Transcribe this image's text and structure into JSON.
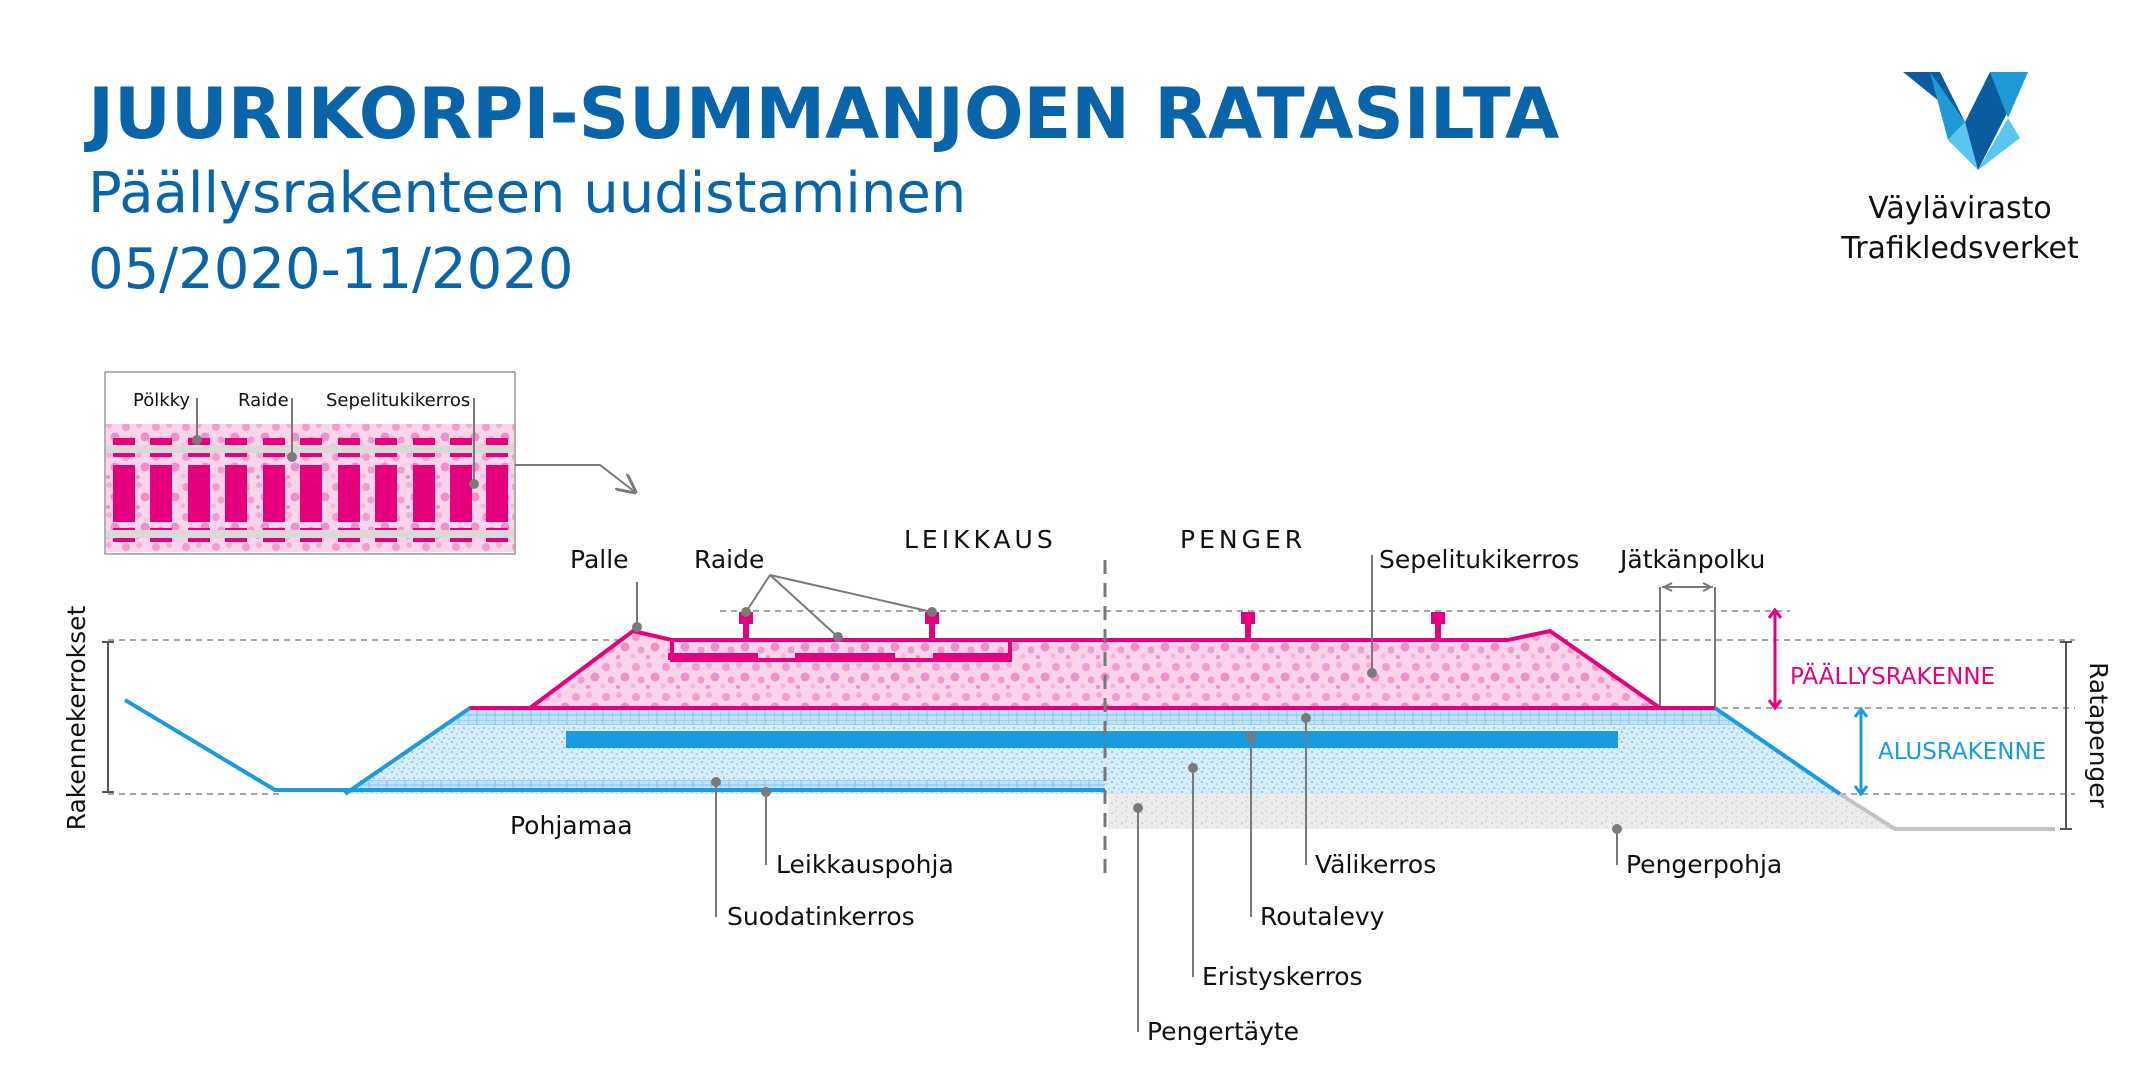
{
  "header": {
    "title": "JUURIKORPI-SUMMANJOEN RATASILTA",
    "subtitle": "Päällysrakenteen uudistaminen",
    "dates": "05/2020-11/2020"
  },
  "logo": {
    "line1": "Väylävirasto",
    "line2": "Trafikledsverket",
    "colors": [
      "#0a5c9e",
      "#1f9ad6",
      "#58c6ee"
    ]
  },
  "inset": {
    "labels": {
      "sleeper": "Pölkky",
      "rail": "Raide",
      "ballast": "Sepelitukikerros"
    }
  },
  "sections": {
    "cut": "LEIKKAUS",
    "embankment": "PENGER"
  },
  "labels": {
    "palle": "Palle",
    "raide": "Raide",
    "sepelitukikerros": "Sepelitukikerros",
    "jatkanpolku": "Jätkänpolku",
    "pohjamaa": "Pohjamaa",
    "leikkauspohja": "Leikkauspohja",
    "suodatinkerros": "Suodatinkerros",
    "valikerros": "Välikerros",
    "routalevy": "Routalevy",
    "eristyskerros": "Eristyskerros",
    "pengertayte": "Pengertäyte",
    "pengerpohja": "Pengerpohja"
  },
  "dimensions": {
    "paallysrakenne": "PÄÄLLYSRAKENNE",
    "alusrakenne": "ALUSRAKENNE",
    "rakennekerrokset": "Rakennekerrokset",
    "ratapenger": "Ratapenger"
  },
  "colors": {
    "title": "#0a64a9",
    "superstructure": "#e6007e",
    "ballast_fill": "#f7b8dc",
    "substructure": "#1a9ae0",
    "substructure_fill": "#d4ecf8",
    "embankment_fill": "#e6e6e6"
  }
}
